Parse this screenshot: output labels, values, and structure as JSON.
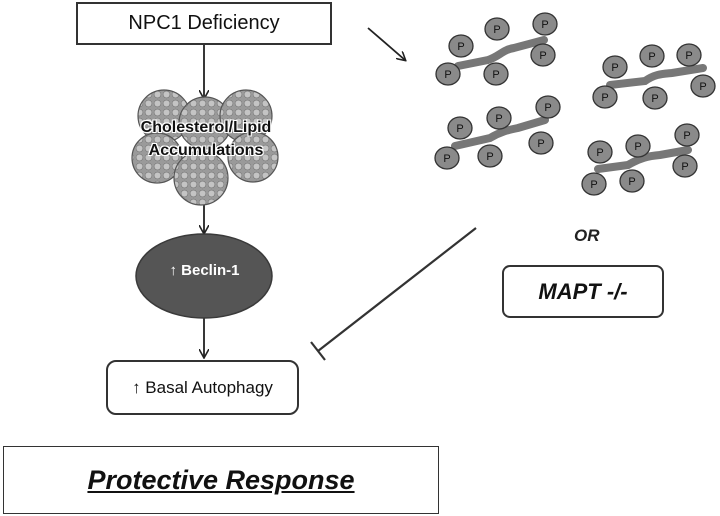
{
  "nodes": {
    "npc1": "NPC1 Deficiency",
    "cholesterol": "Cholesterol/Lipid Accumulations",
    "beclin": "↑ Beclin-1",
    "autophagy": "↑ Basal Autophagy",
    "or": "OR",
    "mapt": "MAPT -/-",
    "protective": "Protective Response"
  },
  "tau_phospho_label": "P",
  "colors": {
    "beclin_fill": "#555555",
    "tau_circle_fill": "#8a8a8a",
    "tau_stroke": "#777777",
    "lipid_fill": "#9a9a9a"
  },
  "icons": [
    "arrow-down-icon",
    "arrow-diagonal-icon",
    "inhibition-bar-icon",
    "lipid-droplet-icon",
    "phospho-tau-icon"
  ]
}
